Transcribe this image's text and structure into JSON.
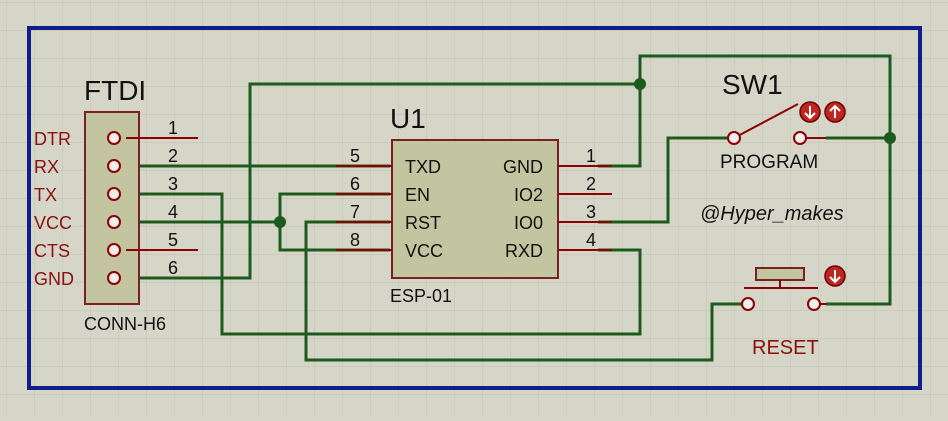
{
  "colors": {
    "background": "#d6d6c8",
    "grid": "#c2c2b4",
    "border": "#0e1f8c",
    "wire": "#1d5a1d",
    "pin": "#8b0000",
    "body_fill": "#c2c59f",
    "body_stroke": "#7a2020",
    "label_red": "#8b1010",
    "text_dark": "#111111"
  },
  "connector": {
    "ref": "FTDI",
    "part": "CONN-H6",
    "pins": [
      {
        "name": "DTR",
        "num": "1"
      },
      {
        "name": "RX",
        "num": "2"
      },
      {
        "name": "TX",
        "num": "3"
      },
      {
        "name": "VCC",
        "num": "4"
      },
      {
        "name": "CTS",
        "num": "5"
      },
      {
        "name": "GND",
        "num": "6"
      }
    ]
  },
  "chip": {
    "ref": "U1",
    "part": "ESP-01",
    "left_pins": [
      {
        "name": "TXD",
        "num": "5"
      },
      {
        "name": "EN",
        "num": "6"
      },
      {
        "name": "RST",
        "num": "7"
      },
      {
        "name": "VCC",
        "num": "8"
      }
    ],
    "right_pins": [
      {
        "name": "GND",
        "num": "1"
      },
      {
        "name": "IO2",
        "num": "2"
      },
      {
        "name": "IO0",
        "num": "3"
      },
      {
        "name": "RXD",
        "num": "4"
      }
    ]
  },
  "switch1": {
    "ref": "SW1",
    "label": "PROGRAM",
    "state_icons": [
      "arrow-down-icon",
      "arrow-up-icon"
    ]
  },
  "switch2": {
    "label": "RESET",
    "state_icons": [
      "arrow-down-icon"
    ]
  },
  "watermark": "@Hyper_makes"
}
